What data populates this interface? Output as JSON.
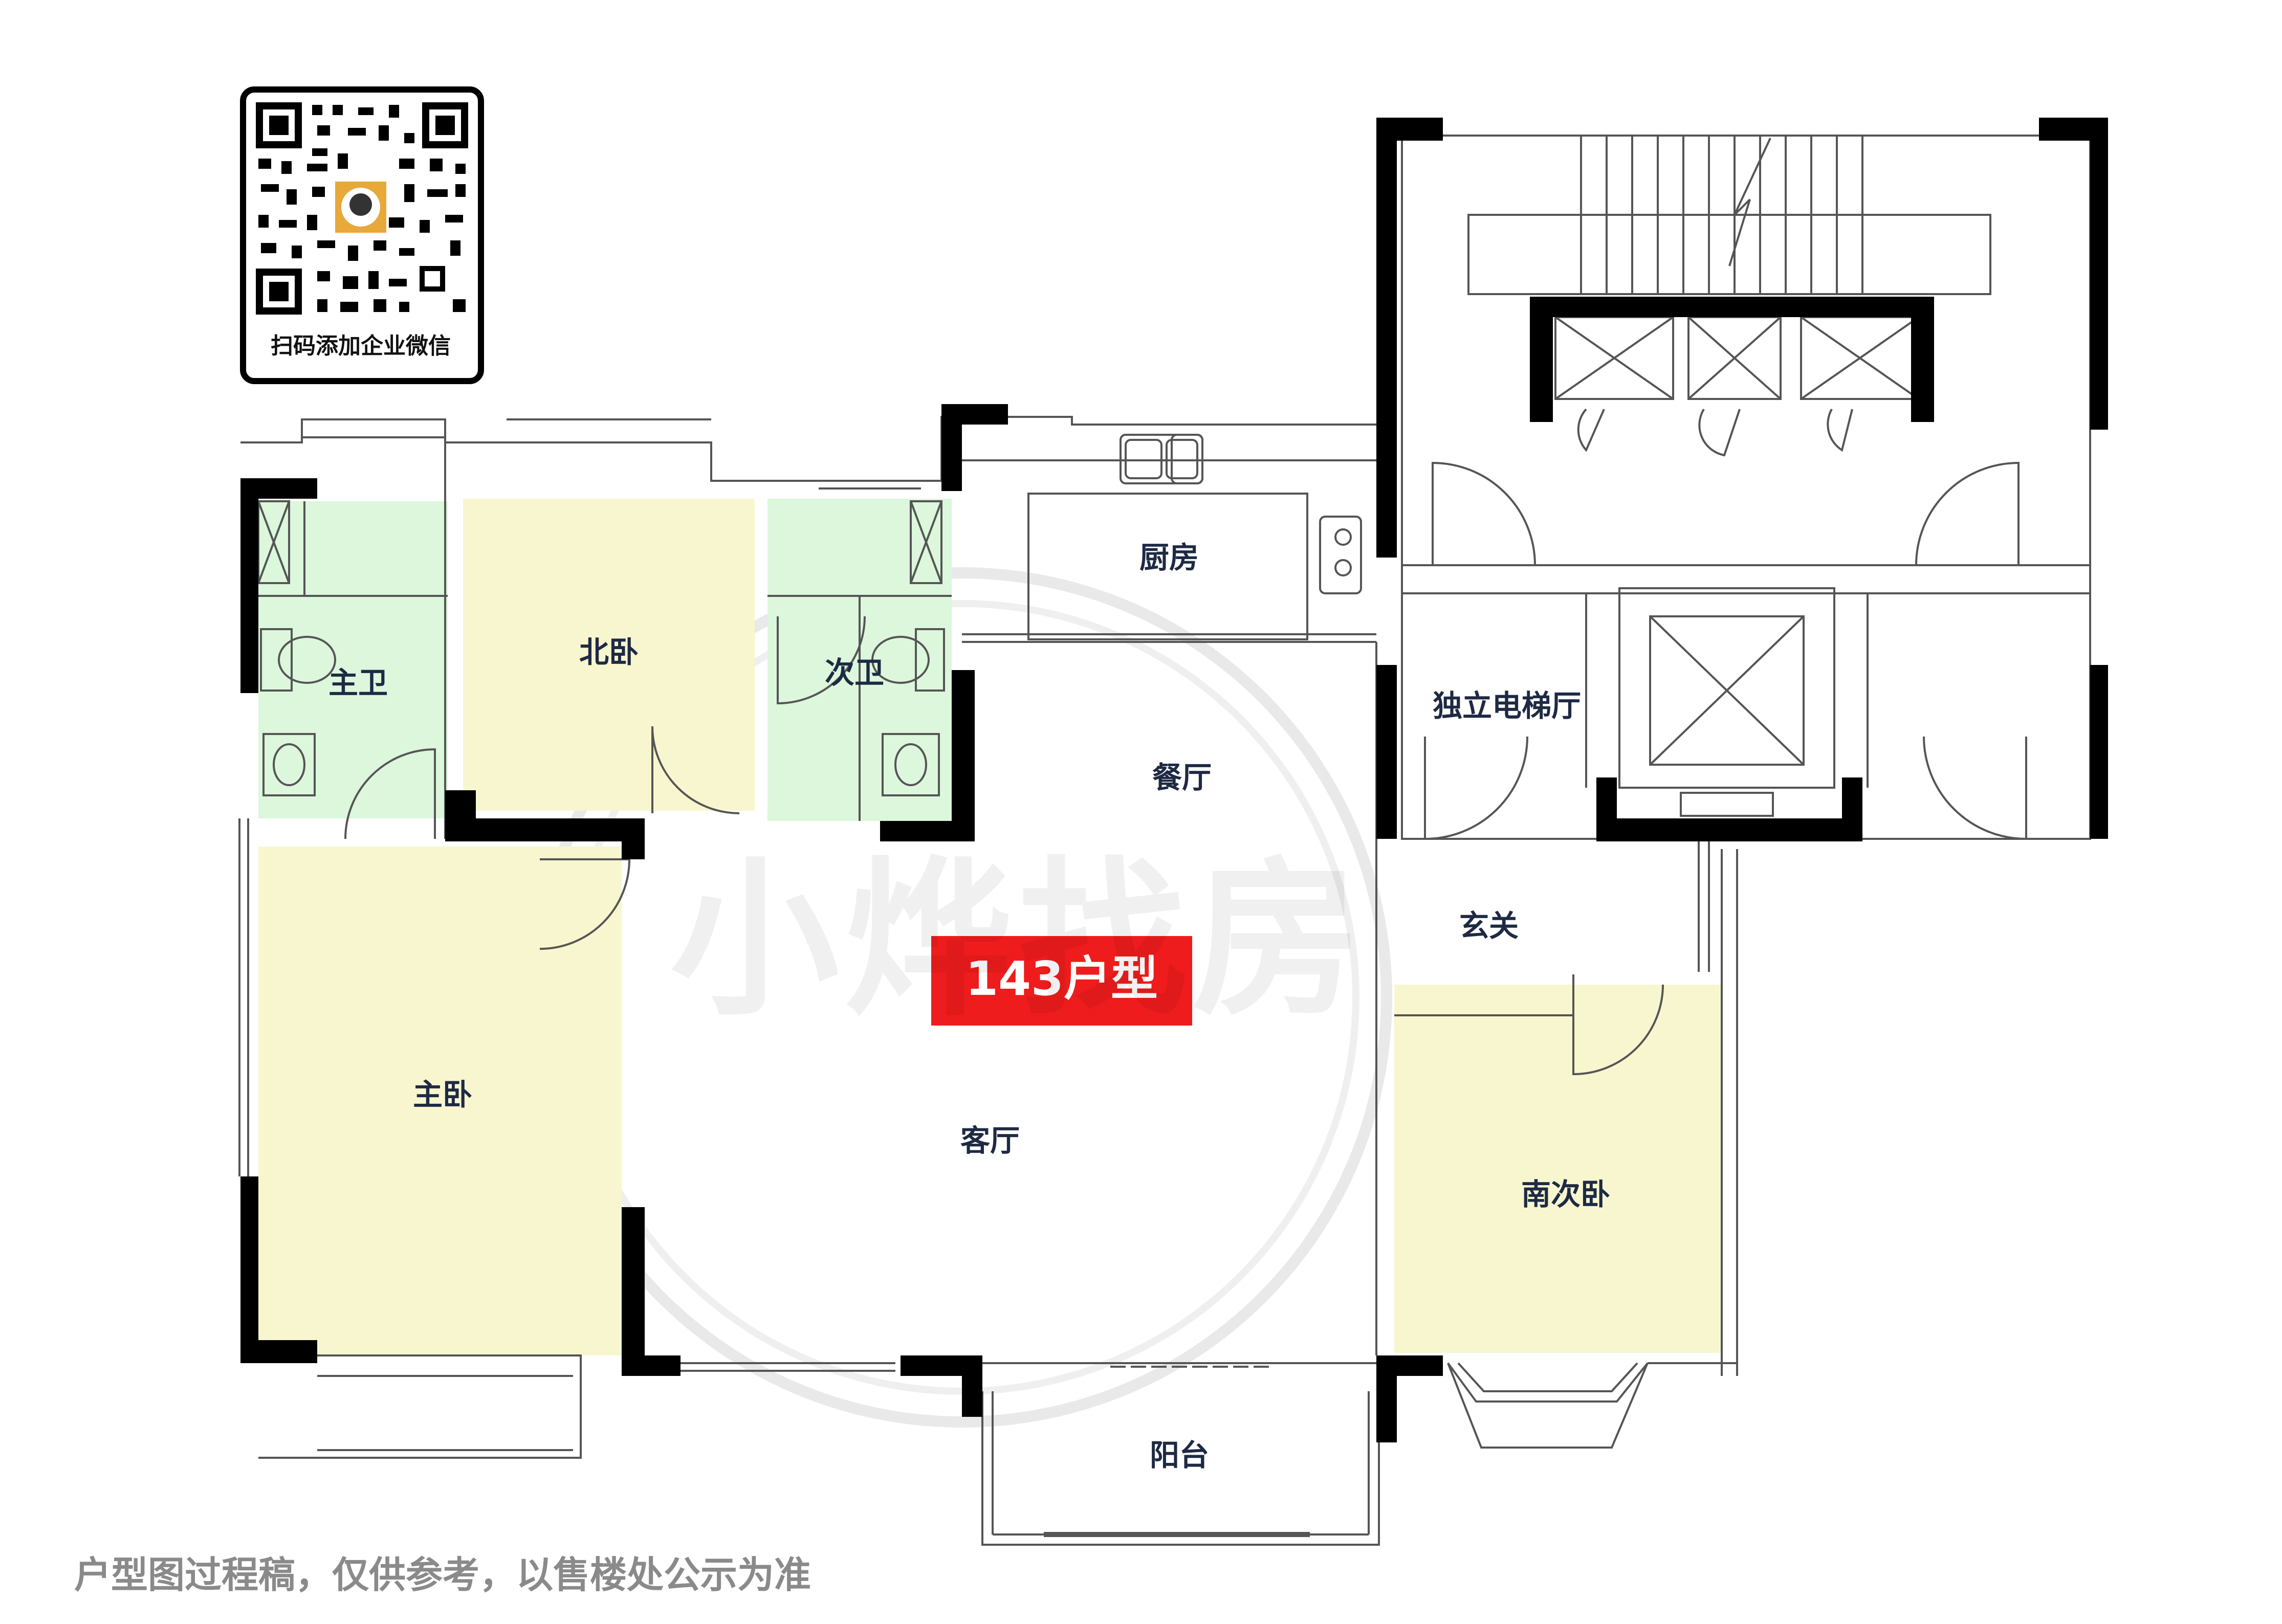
{
  "qr": {
    "caption": "扫码添加企业微信"
  },
  "badge": {
    "text": "143户型",
    "color": "#ee1c1c"
  },
  "rooms": {
    "master_bath": "主卫",
    "north_bedroom": "北卧",
    "second_bath": "次卫",
    "kitchen": "厨房",
    "elevator_hall": "独立电梯厅",
    "dining": "餐厅",
    "foyer": "玄关",
    "master_bedroom": "主卧",
    "living": "客厅",
    "south_bedroom": "南次卧",
    "balcony": "阳台"
  },
  "watermark": "小烨找房",
  "disclaimer": "户型图过程稿，仅供参考，以售楼处公示为准",
  "colors": {
    "bedroom_fill": "#f7f6cf",
    "bath_fill": "#dcf7dc",
    "wall": "#000000",
    "line": "#555555"
  }
}
